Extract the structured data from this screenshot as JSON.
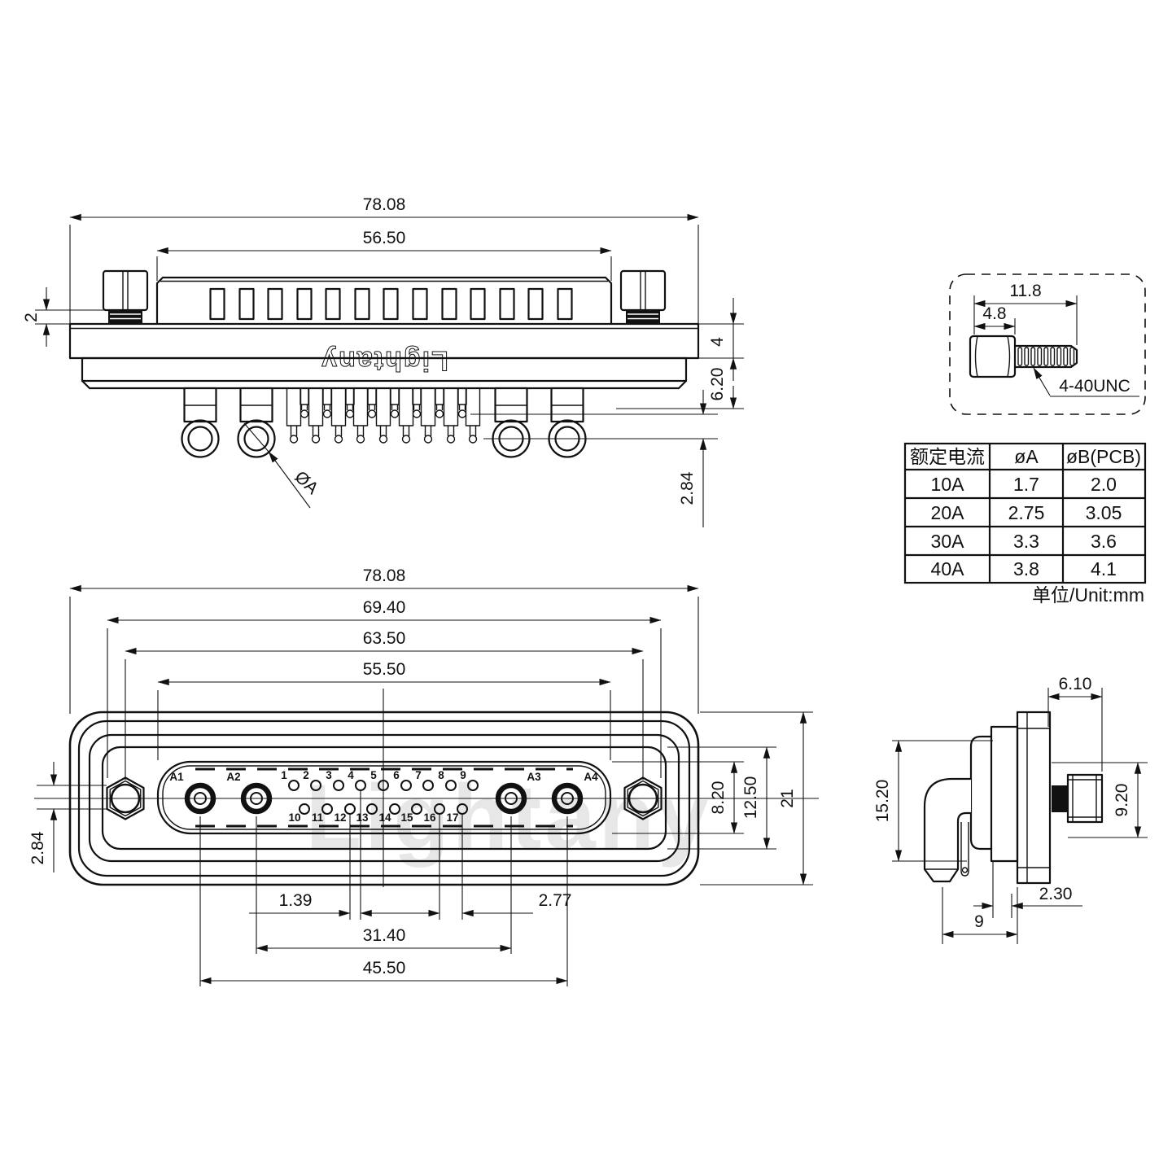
{
  "brand": {
    "embossed_logo": "Lightany",
    "watermark": "Lightany"
  },
  "top_view": {
    "dim_total_width": "78.08",
    "dim_body_width": "56.50",
    "dim_screw_gap": "2",
    "dim_flange_thickness": "4",
    "dim_shell_depth": "6.20",
    "dim_pin_tip_offset": "2.84",
    "dia_callout": "ØA"
  },
  "screw_detail": {
    "dim_total_length": "11.8",
    "dim_head_length": "4.8",
    "thread_spec": "4-40UNC"
  },
  "spec_table": {
    "headers": [
      "额定电流",
      "øA",
      "øB(PCB)"
    ],
    "rows": [
      [
        "10A",
        "1.7",
        "2.0"
      ],
      [
        "20A",
        "2.75",
        "3.05"
      ],
      [
        "30A",
        "3.3",
        "3.6"
      ],
      [
        "40A",
        "3.8",
        "4.1"
      ]
    ],
    "unit_note": "单位/Unit:mm"
  },
  "front_view": {
    "dim_total_width": "78.08",
    "dim_flange_width": "69.40",
    "dim_mount_spacing": "63.50",
    "dim_insert_width": "55.50",
    "dim_row_offset": "2.84",
    "dim_insert_height": "8.20",
    "dim_panel_height": "12.50",
    "dim_total_height": "21",
    "dim_half_pitch": "1.39",
    "dim_pitch": "2.77",
    "dim_a2_a3": "31.40",
    "dim_a1_a4": "45.50",
    "power_pins": [
      "A1",
      "A2",
      "A3",
      "A4"
    ],
    "row1_pins": [
      "1",
      "2",
      "3",
      "4",
      "5",
      "6",
      "7",
      "8",
      "9"
    ],
    "row2_pins": [
      "10",
      "11",
      "12",
      "13",
      "14",
      "15",
      "16",
      "17"
    ]
  },
  "side_view": {
    "dim_screw_protrusion": "6.10",
    "dim_body_height": "15.20",
    "dim_screw_height": "9.20",
    "dim_standoff": "2.30",
    "dim_pin_to_flange": "9"
  }
}
